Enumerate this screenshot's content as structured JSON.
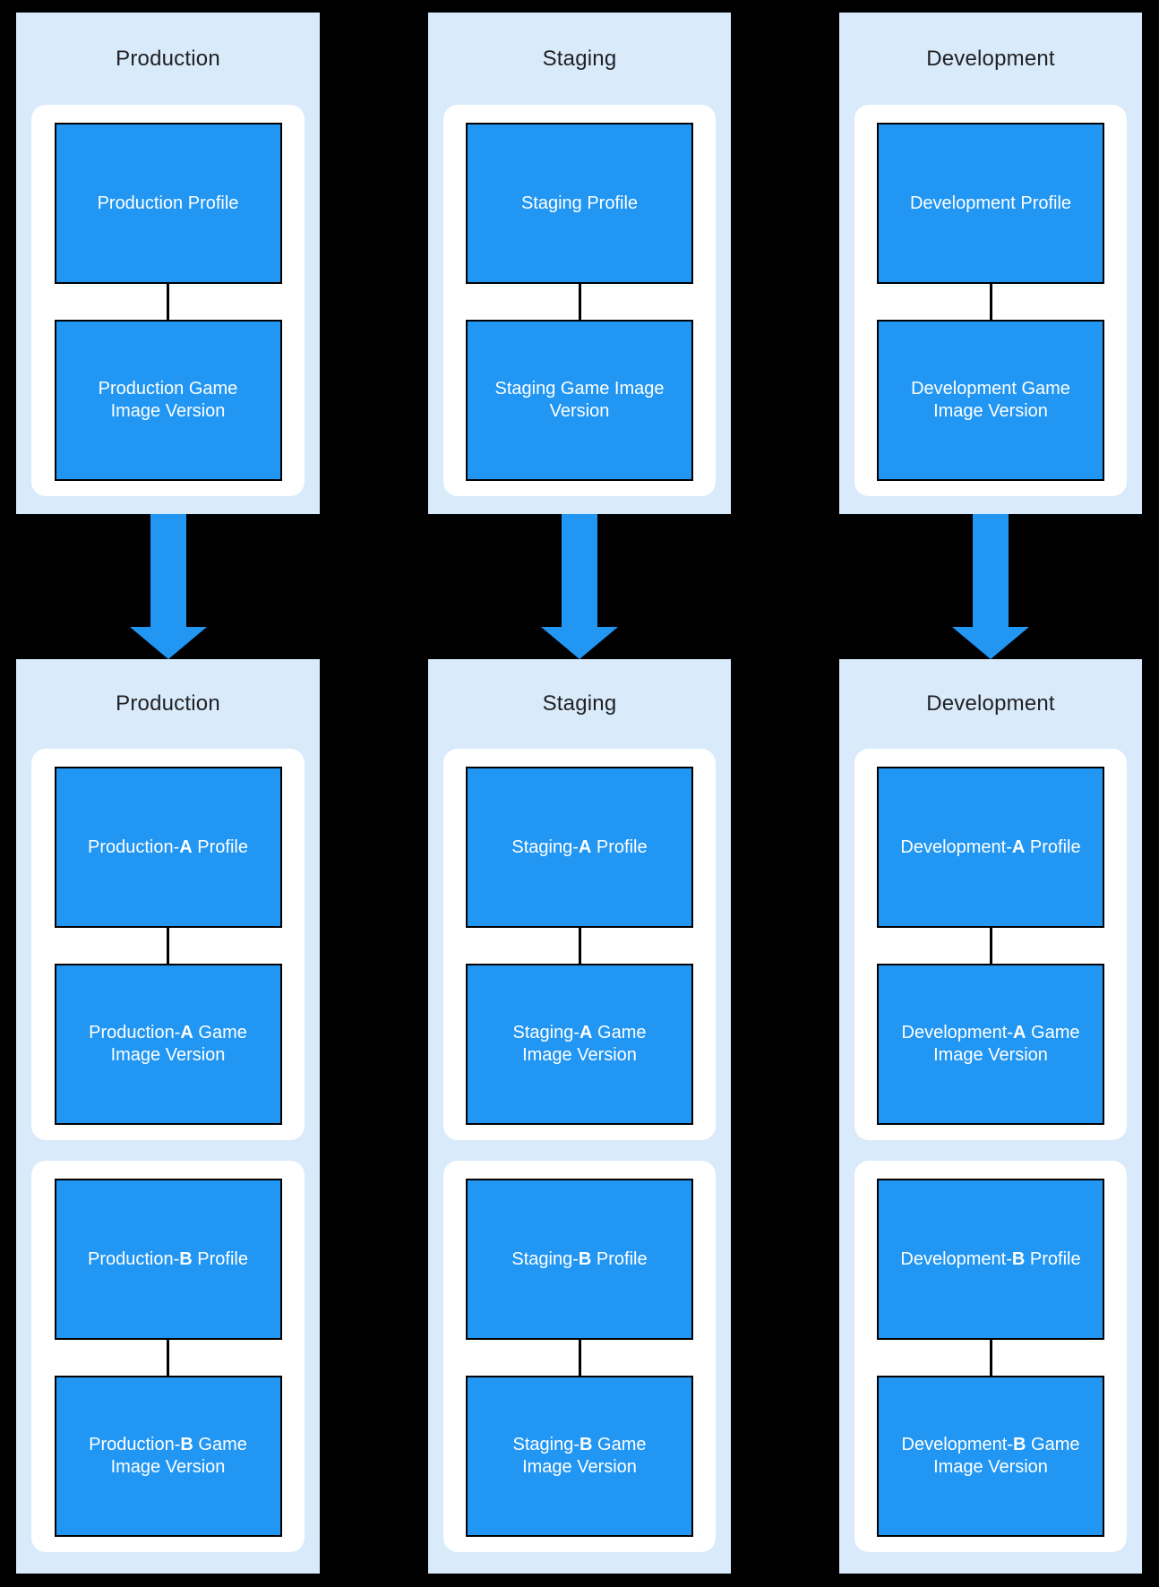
{
  "colors": {
    "page_bg": "#000000",
    "panel_bg": "#d9eafb",
    "card_bg": "#ffffff",
    "node_fill": "#2196f3",
    "node_text": "#ffffff",
    "outline": "#000000",
    "title_text": "#202124",
    "arrow": "#2196f3"
  },
  "columns": [
    {
      "env": "production",
      "top": {
        "title": "Production",
        "boxes": [
          {
            "line1_pre": "Production Profile"
          },
          {
            "line1_pre": "Production Game",
            "line2": "Image Version"
          }
        ]
      },
      "bottom": {
        "title": "Production",
        "groups": [
          {
            "boxes": [
              {
                "line1_pre": "Production-",
                "line1_bold": "A",
                "line1_post": " Profile"
              },
              {
                "line1_pre": "Production-",
                "line1_bold": "A",
                "line1_post": " Game",
                "line2": "Image Version"
              }
            ]
          },
          {
            "boxes": [
              {
                "line1_pre": "Production-",
                "line1_bold": "B",
                "line1_post": " Profile"
              },
              {
                "line1_pre": "Production-",
                "line1_bold": "B",
                "line1_post": " Game",
                "line2": "Image Version"
              }
            ]
          }
        ]
      }
    },
    {
      "env": "staging",
      "top": {
        "title": "Staging",
        "boxes": [
          {
            "line1_pre": "Staging Profile"
          },
          {
            "line1_pre": "Staging Game Image",
            "line2": "Version"
          }
        ]
      },
      "bottom": {
        "title": "Staging",
        "groups": [
          {
            "boxes": [
              {
                "line1_pre": "Staging-",
                "line1_bold": "A",
                "line1_post": " Profile"
              },
              {
                "line1_pre": "Staging-",
                "line1_bold": "A",
                "line1_post": " Game",
                "line2": "Image Version"
              }
            ]
          },
          {
            "boxes": [
              {
                "line1_pre": "Staging-",
                "line1_bold": "B",
                "line1_post": " Profile"
              },
              {
                "line1_pre": "Staging-",
                "line1_bold": "B",
                "line1_post": " Game",
                "line2": "Image Version"
              }
            ]
          }
        ]
      }
    },
    {
      "env": "development",
      "top": {
        "title": "Development",
        "boxes": [
          {
            "line1_pre": "Development Profile"
          },
          {
            "line1_pre": "Development Game",
            "line2": "Image Version"
          }
        ]
      },
      "bottom": {
        "title": "Development",
        "groups": [
          {
            "boxes": [
              {
                "line1_pre": "Development-",
                "line1_bold": "A",
                "line1_post": " Profile"
              },
              {
                "line1_pre": "Development-",
                "line1_bold": "A",
                "line1_post": " Game",
                "line2": "Image Version"
              }
            ]
          },
          {
            "boxes": [
              {
                "line1_pre": "Development-",
                "line1_bold": "B",
                "line1_post": " Profile"
              },
              {
                "line1_pre": "Development-",
                "line1_bold": "B",
                "line1_post": " Game",
                "line2": "Image Version"
              }
            ]
          }
        ]
      }
    }
  ]
}
